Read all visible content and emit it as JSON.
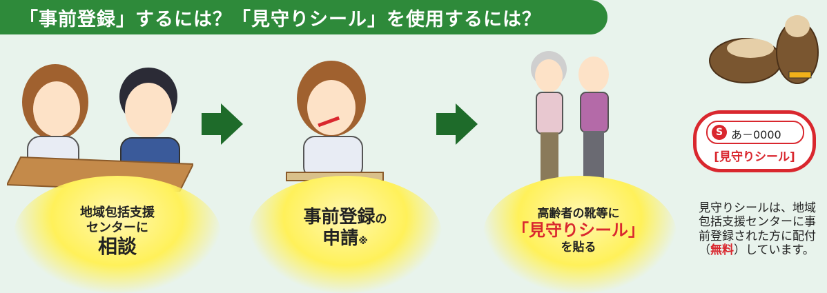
{
  "banner": {
    "text": "「事前登録」するには？「見守りシール」を使用するには？"
  },
  "step1": {
    "line1": "地域包括支援",
    "line2": "センターに",
    "strong": "相談"
  },
  "step2": {
    "strong1": "事前登録",
    "suffix1": "の",
    "strong2": "申請",
    "mark": "※"
  },
  "step3": {
    "line1": "高齢者の靴等に",
    "strong": "「見守りシール」",
    "line3": "を貼る"
  },
  "tag": {
    "badge": "S",
    "code": "あ－0000",
    "label": "[見守りシール]"
  },
  "note": {
    "part1": "見守りシールは、地域包括支援センターに事前登録された方に配付（",
    "free": "無料",
    "part2": "）しています。"
  },
  "colors": {
    "banner": "#2e8a3a",
    "arrow": "#1e6b2a",
    "accent": "#d9272e",
    "glow": "#fff15a"
  }
}
